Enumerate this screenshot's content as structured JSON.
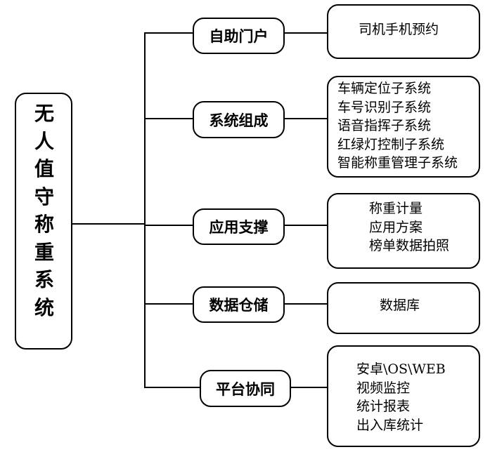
{
  "root": {
    "title_chars": [
      "无",
      "人",
      "值",
      "守",
      "称",
      "重",
      "系",
      "统"
    ]
  },
  "branches": [
    {
      "label": "自助门户",
      "items": [
        "司机手机预约"
      ]
    },
    {
      "label": "系统组成",
      "items": [
        "车辆定位子系统",
        "车号识别子系统",
        "语音指挥子系统",
        "红绿灯控制子系统",
        "智能称重管理子系统"
      ]
    },
    {
      "label": "应用支撑",
      "items": [
        "称重计量",
        "应用方案",
        "榜单数据拍照"
      ]
    },
    {
      "label": "数据仓储",
      "items": [
        "数据库"
      ]
    },
    {
      "label": "平台协同",
      "items": [
        "安卓\\OS\\WEB",
        "视频监控",
        "统计报表",
        "出入库统计"
      ]
    }
  ]
}
